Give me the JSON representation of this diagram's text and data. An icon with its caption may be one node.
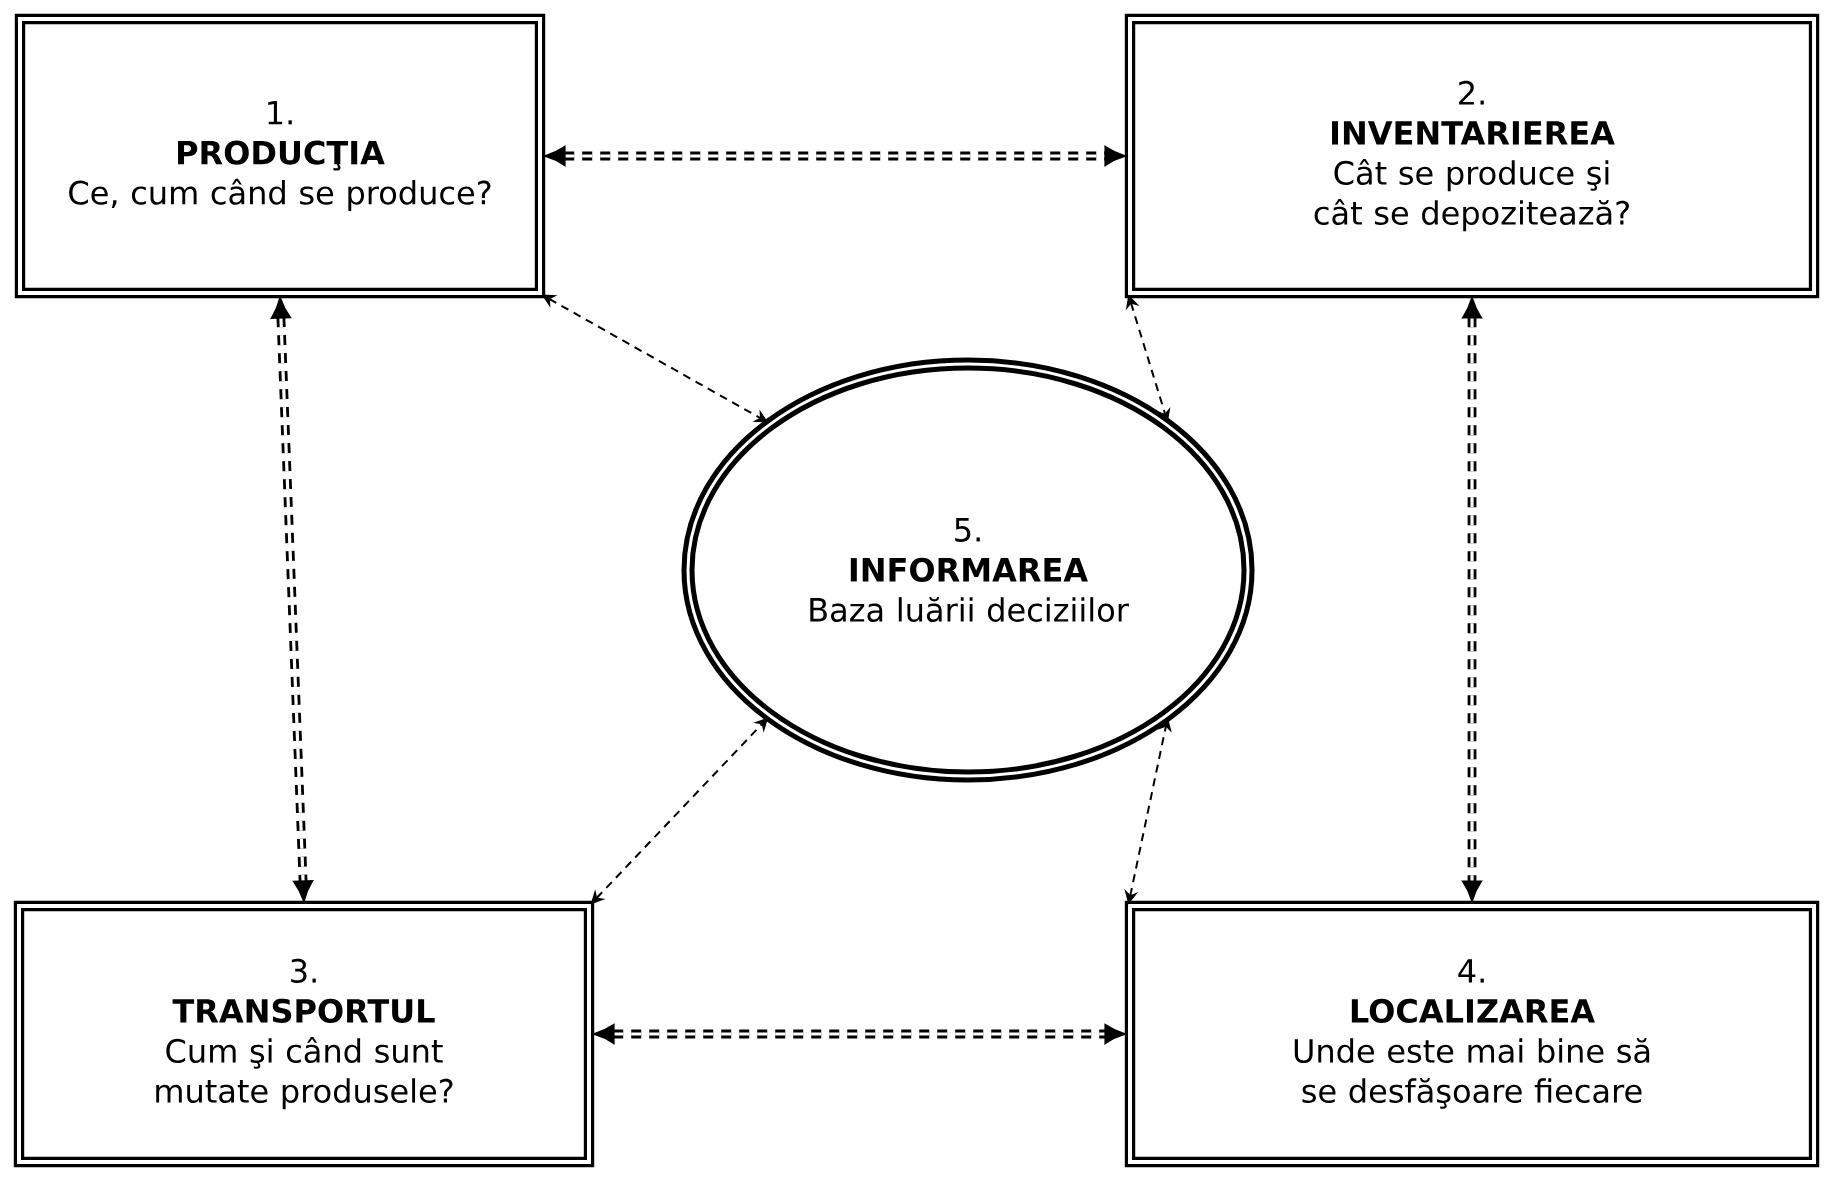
{
  "diagram": {
    "nodes": [
      {
        "text": [
          "1.",
          "PRODUCŢIA",
          "Ce, cum când se produce?"
        ]
      },
      {
        "text": [
          "2.",
          "INVENTARIEREA",
          "Cât se produce şi cât se depozitează?"
        ]
      },
      {
        "text": [
          "3.",
          "TRANSPORTUL",
          "Cum şi când sunt mutate produsele?"
        ]
      },
      {
        "text": [
          "4.",
          "LOCALIZAREA",
          "Unde este mai bine să se desfăşoare fiecare"
        ]
      },
      {
        "text": [
          "5.",
          "INFORMAREA",
          "Baza luării deciziilor"
        ]
      }
    ],
    "edges": [
      {
        "from": 0,
        "to": 1,
        "arrow": "both",
        "style": "dashed"
      },
      {
        "from": 0,
        "to": 2,
        "arrow": "both",
        "style": "dashed"
      },
      {
        "from": 1,
        "to": 3,
        "arrow": "both",
        "style": "dashed"
      },
      {
        "from": 2,
        "to": 3,
        "arrow": "both",
        "style": "dashed"
      },
      {
        "from": 0,
        "to": 4,
        "arrow": "both",
        "style": "dashed"
      },
      {
        "from": 1,
        "to": 4,
        "arrow": "both",
        "style": "dashed"
      },
      {
        "from": 2,
        "to": 4,
        "arrow": "both",
        "style": "dashed"
      },
      {
        "from": 3,
        "to": 4,
        "arrow": "both",
        "style": "dashed"
      }
    ]
  }
}
